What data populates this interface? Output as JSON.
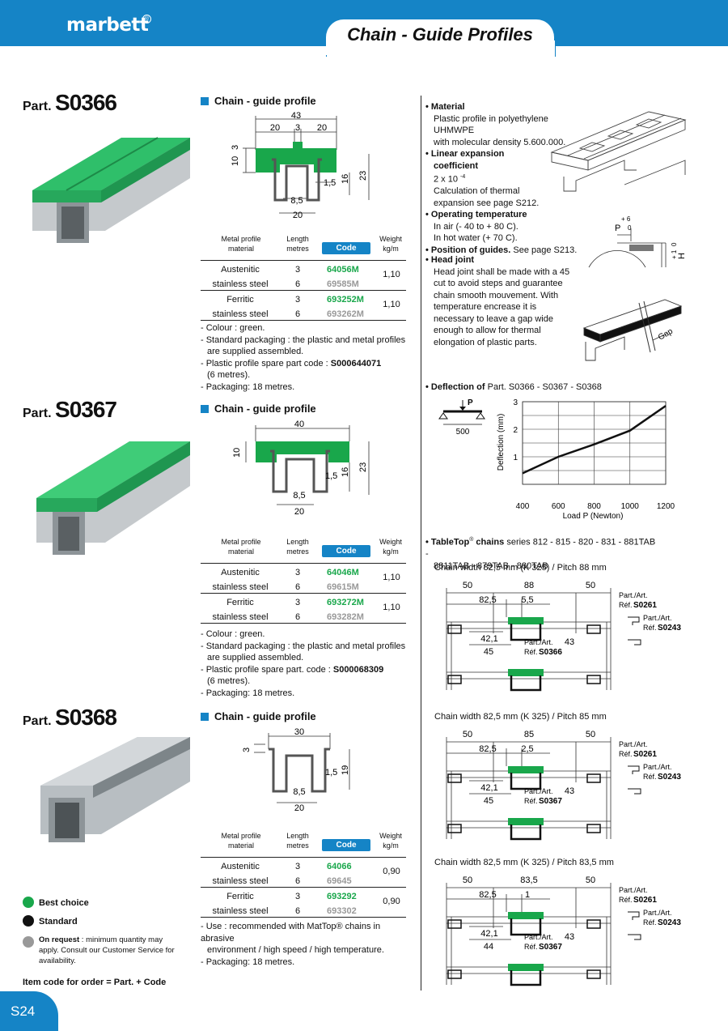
{
  "header": {
    "logo": "marbett",
    "logo_mark": "®",
    "title": "Chain - Guide Profiles"
  },
  "page_number": "S24",
  "legend": {
    "best_choice": "Best choice",
    "standard": "Standard",
    "on_request_bold": "On request",
    "on_request_text": ": minimum quantity may apply. Consult our Customer Service for availability."
  },
  "item_code_note": "Item code for order = Part. + Code",
  "table_headers": {
    "material": "Metal profile material",
    "length": "Length metres",
    "code": "Code",
    "weight": "Weight kg/m"
  },
  "parts": [
    {
      "prefix": "Part.",
      "code": "S0366",
      "section_title": "Chain - guide profile",
      "dims": [
        "43",
        "20",
        "3",
        "20",
        "10",
        "3",
        "1,5",
        "16",
        "23",
        "8,5",
        "20"
      ],
      "rows": [
        {
          "m1": "Austenitic",
          "m2": "stainless steel",
          "l1": "3",
          "l2": "6",
          "c1": "64056M",
          "c2": "69585M",
          "w": "1,10"
        },
        {
          "m1": "Ferritic",
          "m2": "stainless steel",
          "l1": "3",
          "l2": "6",
          "c1": "693252M",
          "c2": "693262M",
          "w": "1,10"
        }
      ],
      "notes": [
        "- Colour : green.",
        "- Standard packaging : the plastic and metal profiles",
        "  are supplied assembled.",
        "- Plastic profile spare part code : ",
        "(6 metres).",
        "- Packaging: 18 metres."
      ],
      "spare_code": "S000644071"
    },
    {
      "prefix": "Part.",
      "code": "S0367",
      "section_title": "Chain - guide profile",
      "dims": [
        "40",
        "10",
        "1,5",
        "16",
        "23",
        "8,5",
        "20"
      ],
      "rows": [
        {
          "m1": "Austenitic",
          "m2": "stainless steel",
          "l1": "3",
          "l2": "6",
          "c1": "64046M",
          "c2": "69615M",
          "w": "1,10"
        },
        {
          "m1": "Ferritic",
          "m2": "stainless steel",
          "l1": "3",
          "l2": "6",
          "c1": "693272M",
          "c2": "693282M",
          "w": "1,10"
        }
      ],
      "notes": [
        "- Colour : green.",
        "- Standard packaging : the plastic and metal profiles",
        "  are supplied assembled.",
        "- Plastic profile spare part. code : ",
        "(6 metres).",
        "- Packaging: 18 metres."
      ],
      "spare_code": "S000068309"
    },
    {
      "prefix": "Part.",
      "code": "S0368",
      "section_title": "Chain - guide profile",
      "dims": [
        "30",
        "3",
        "1,5",
        "19",
        "8,5",
        "20"
      ],
      "rows": [
        {
          "m1": "Austenitic",
          "m2": "stainless steel",
          "l1": "3",
          "l2": "6",
          "c1": "64066",
          "c2": "69645",
          "w": "0,90"
        },
        {
          "m1": "Ferritic",
          "m2": "stainless steel",
          "l1": "3",
          "l2": "6",
          "c1": "693292",
          "c2": "693302",
          "w": "0,90"
        }
      ],
      "notes": [
        "- Use : recommended with MatTop® chains in abrasive",
        "  environment / high speed / high temperature.",
        "- Packaging: 18 metres."
      ]
    }
  ],
  "right": {
    "material_title": "Material",
    "material_text": [
      "Plastic profile in polyethylene UHMWPE",
      "with molecular density 5.600.000."
    ],
    "expansion_title": [
      "Linear expansion",
      "coefficient"
    ],
    "expansion_value": "2 x 10",
    "expansion_exp": "-4",
    "expansion_text": [
      "Calculation of thermal",
      "expansion see page S212."
    ],
    "temp_title": "Operating temperature",
    "temp_text": [
      "In air (- 40 to + 80 C).",
      "In hot water (+ 70 C)."
    ],
    "position_title": "Position of guides.",
    "position_text": "See page S213.",
    "head_title": "Head joint",
    "head_text": [
      "Head joint shall be made with a 45",
      "cut to avoid steps and guarantee",
      "chain smooth mouvement. With",
      "temperature encrease it is",
      "necessary to leave a gap wide",
      "enough to allow for thermal",
      "elongation of plastic parts."
    ],
    "gap_label": "Gap",
    "pos_labels": {
      "p": "P",
      "p_tol": "+ 6",
      "p_tol2": "0",
      "h": "H",
      "h_tol": "+ 1",
      "h_tol2": "0"
    },
    "deflection_title": "Deflection of",
    "deflection_parts": "Part. S0366 - S0367 - S0368",
    "tabletop_title": "TableTop",
    "tabletop_reg": "®",
    "tabletop_chains": " chains",
    "tabletop_series": [
      " series 812 - 815 - 820 - 831 - 881TAB -",
      "8811TAB - 879TAB - 880TAB"
    ]
  },
  "chart_data": {
    "type": "line",
    "xlabel": "Load P (Newton)",
    "ylabel": "Deflection (mm)",
    "xlim": [
      400,
      1200
    ],
    "ylim": [
      0,
      3
    ],
    "xticks": [
      "400",
      "600",
      "800",
      "1000",
      "1200"
    ],
    "yticks": [
      "1",
      "2",
      "3"
    ],
    "grid": true,
    "series": [
      {
        "x": [
          400,
          600,
          800,
          1000,
          1200
        ],
        "y": [
          0.4,
          1.0,
          1.45,
          1.95,
          2.85
        ]
      }
    ],
    "inset_labels": {
      "p": "P",
      "span": "500"
    }
  },
  "sections": [
    {
      "title": "Chain width 82,5 mm (K 325) / Pitch 88 mm",
      "dims": [
        "50",
        "88",
        "50",
        "82,5",
        "5,5",
        "42,1",
        "45",
        "43"
      ],
      "labels": [
        {
          "a": "Part./Art.",
          "b": "Réf.",
          "c": "S0261"
        },
        {
          "a": "Part./Art.",
          "b": "Réf.",
          "c": "S0243"
        },
        {
          "a": "Part./Art.",
          "b": "Réf.",
          "c": "S0366"
        }
      ]
    },
    {
      "title": "Chain width 82,5 mm (K 325) / Pitch 85 mm",
      "dims": [
        "50",
        "85",
        "50",
        "82,5",
        "2,5",
        "42,1",
        "45",
        "43"
      ],
      "labels": [
        {
          "a": "Part./Art.",
          "b": "Réf.",
          "c": "S0261"
        },
        {
          "a": "Part./Art.",
          "b": "Réf.",
          "c": "S0243"
        },
        {
          "a": "Part./Art.",
          "b": "Réf.",
          "c": "S0367"
        }
      ]
    },
    {
      "title": "Chain width 82,5 mm (K 325) / Pitch 83,5 mm",
      "dims": [
        "50",
        "83,5",
        "50",
        "82,5",
        "1",
        "42,1",
        "44",
        "43"
      ],
      "labels": [
        {
          "a": "Part./Art.",
          "b": "Réf.",
          "c": "S0261"
        },
        {
          "a": "Part./Art.",
          "b": "Réf.",
          "c": "S0243"
        },
        {
          "a": "Part./Art.",
          "b": "Réf.",
          "c": "S0367"
        }
      ]
    }
  ],
  "colors": {
    "brand_blue": "#1584c6",
    "green": "#19a74b",
    "request_grey": "#999999"
  }
}
